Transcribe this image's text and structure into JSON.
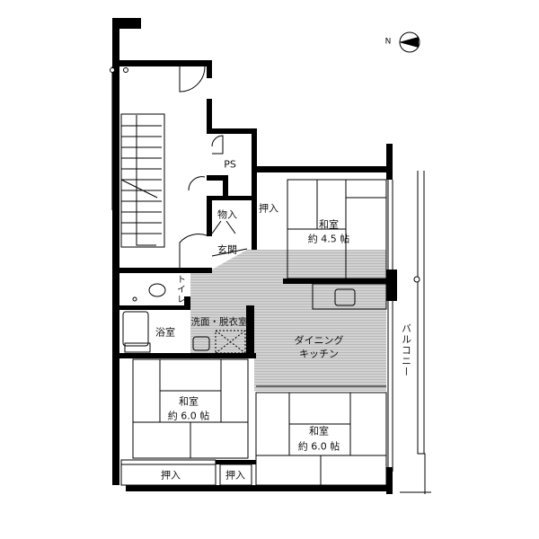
{
  "compass": {
    "north_label": "N"
  },
  "rooms": {
    "ps": "PS",
    "closet_top": "押入",
    "washitsu_small": {
      "name": "和室",
      "size": "約 4.5 帖"
    },
    "storage": "物入",
    "entrance": "玄関",
    "toilet": "トイレ",
    "bath": "浴室",
    "washroom": "洗面・脱衣室",
    "dining": {
      "line1": "ダイニング",
      "line2": "キッチン"
    },
    "washitsu_left": {
      "name": "和室",
      "size": "約 6.0 帖"
    },
    "washitsu_right": {
      "name": "和室",
      "size": "約 6.0 帖"
    },
    "closet_bottom_left": "押入",
    "closet_bottom_mid": "押入",
    "balcony": "バルコニー"
  },
  "colors": {
    "wall": "#000000",
    "floor_shade": "#c8c8c8"
  }
}
